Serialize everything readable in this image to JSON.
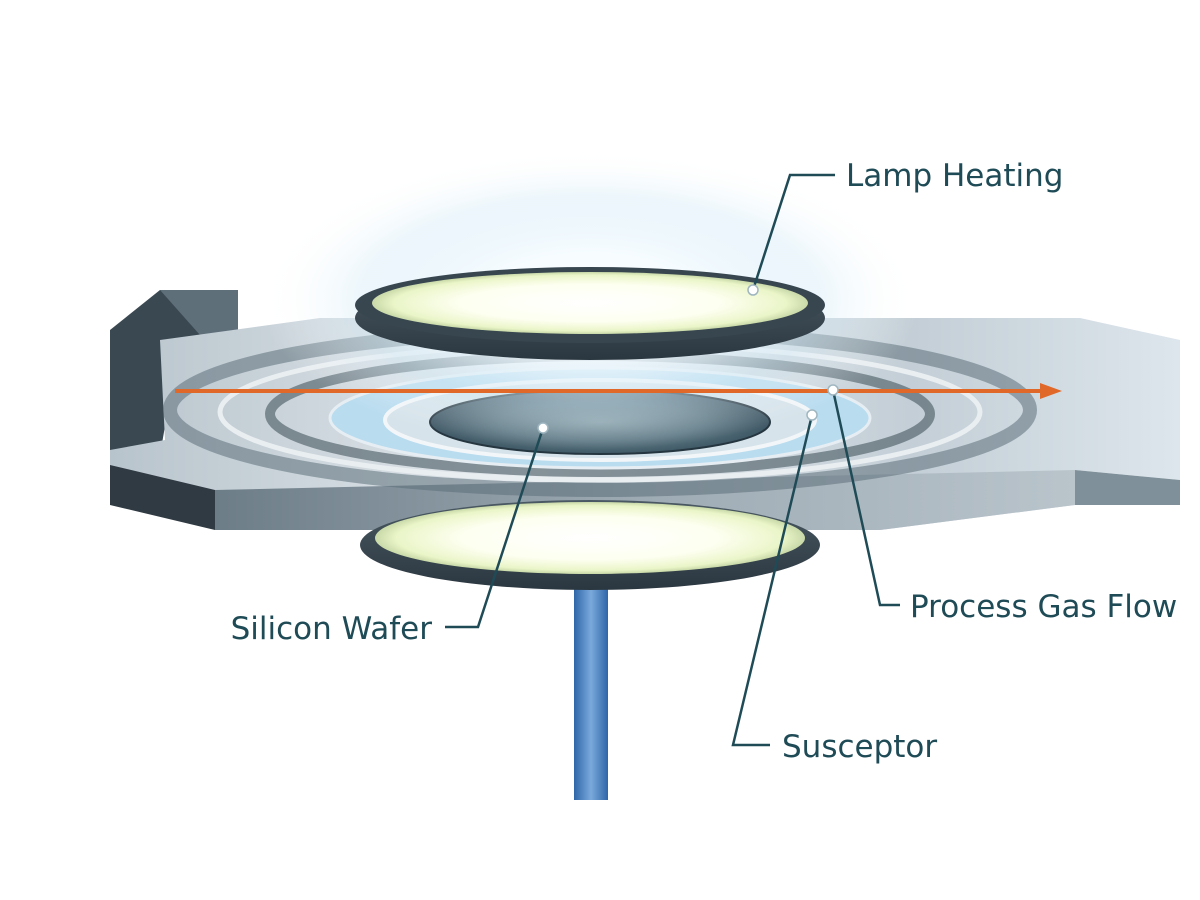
{
  "labels": {
    "lamp_heating": "Lamp Heating",
    "process_gas_flow": "Process Gas Flow",
    "silicon_wafer": "Silicon Wafer",
    "susceptor": "Susceptor"
  },
  "colors": {
    "label_text": "#1f4b57",
    "leader_line": "#1f4b57",
    "gas_flow_arrow": "#e0692a",
    "chamber_metal": "#8a99a4",
    "chamber_dark": "#2f3a42",
    "lamp_glow": "#fbffe6",
    "support_shaft": "#4a7fc0"
  }
}
